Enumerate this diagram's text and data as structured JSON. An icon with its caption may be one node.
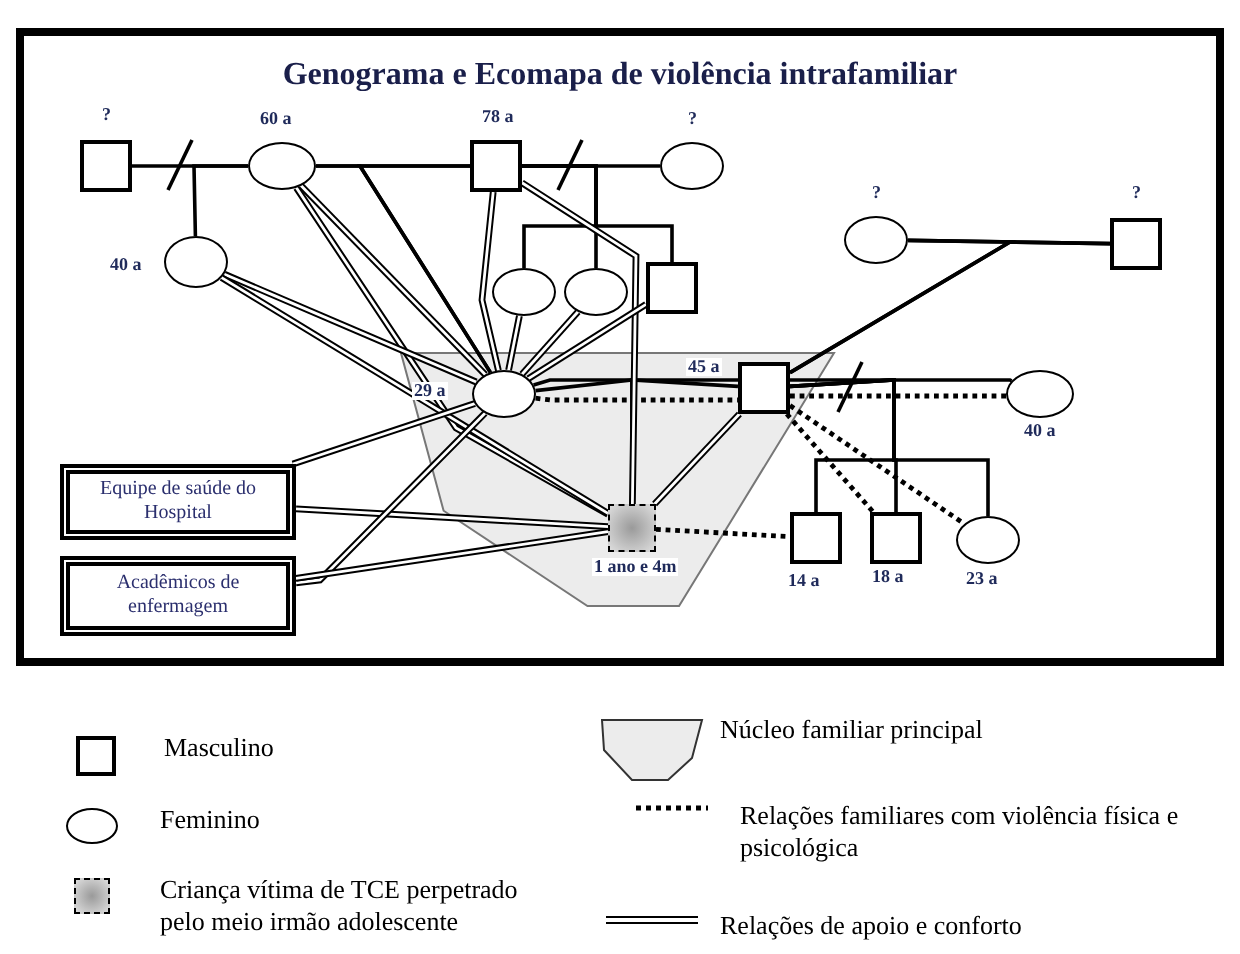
{
  "diagram": {
    "title": "Genograma e Ecomapa de violência intrafamiliar",
    "nodes": [
      {
        "text": [],
        "shape": "polygon"
      },
      {
        "text": [],
        "shape": "box",
        "beside": [
          "?"
        ]
      },
      {
        "text": [],
        "shape": "circle",
        "beside": [
          "60 a"
        ]
      },
      {
        "text": [],
        "shape": "circle",
        "beside": [
          "40 a"
        ]
      },
      {
        "text": [],
        "shape": "box",
        "beside": [
          "78 a"
        ]
      },
      {
        "text": [],
        "shape": "circle",
        "beside": [
          "?"
        ]
      },
      {
        "text": [],
        "shape": "circle"
      },
      {
        "text": [],
        "shape": "circle"
      },
      {
        "text": [],
        "shape": "box"
      },
      {
        "text": [],
        "shape": "circle",
        "beside": [
          "?"
        ]
      },
      {
        "text": [],
        "shape": "box",
        "beside": [
          "?"
        ]
      },
      {
        "text": [],
        "shape": "circle",
        "beside": [
          "29 a"
        ],
        "in": 0
      },
      {
        "text": [],
        "shape": "box",
        "beside": [
          "45 a"
        ],
        "in": 0
      },
      {
        "text": [],
        "shape": "circle",
        "beside": [
          "40 a"
        ]
      },
      {
        "text": [],
        "shape": "shaded-box",
        "beside": [
          "1 ano e 4m"
        ],
        "in": 0
      },
      {
        "text": [],
        "shape": "box",
        "beside": [
          "14 a"
        ]
      },
      {
        "text": [],
        "shape": "box",
        "beside": [
          "18 a"
        ]
      },
      {
        "text": [],
        "shape": "circle",
        "beside": [
          "23 a"
        ]
      },
      {
        "text": [
          "Equipe de saúde do Hospital"
        ]
      },
      {
        "text": [
          "Acadêmicos de enfermagem"
        ]
      }
    ],
    "edges": [
      {
        "from": 1,
        "to": 2,
        "arrow": "none"
      },
      {
        "from": 2,
        "to": 3,
        "arrow": "none"
      },
      {
        "from": 2,
        "to": 4,
        "arrow": "none"
      },
      {
        "from": 2,
        "to": 11,
        "arrow": "none"
      },
      {
        "from": 4,
        "to": 11,
        "arrow": "none"
      },
      {
        "from": 4,
        "to": 5,
        "arrow": "none"
      },
      {
        "from": 4,
        "to": 6,
        "arrow": "none"
      },
      {
        "from": 4,
        "to": 7,
        "arrow": "none"
      },
      {
        "from": 4,
        "to": 8,
        "arrow": "none"
      },
      {
        "from": 9,
        "to": 10,
        "arrow": "none"
      },
      {
        "from": 9,
        "to": 12,
        "arrow": "none"
      },
      {
        "from": 10,
        "to": 12,
        "arrow": "none"
      },
      {
        "from": 11,
        "to": 12,
        "arrow": "none"
      },
      {
        "from": 11,
        "to": 14,
        "arrow": "none"
      },
      {
        "from": 12,
        "to": 14,
        "arrow": "none"
      },
      {
        "from": 12,
        "to": 13,
        "arrow": "none"
      },
      {
        "from": 12,
        "to": 15,
        "arrow": "none"
      },
      {
        "from": 12,
        "to": 16,
        "arrow": "none"
      },
      {
        "from": 12,
        "to": 17,
        "arrow": "none"
      },
      {
        "from": 11,
        "to": 12,
        "arrow": "none",
        "style": "dashed"
      },
      {
        "from": 12,
        "to": 13,
        "arrow": "none",
        "style": "dashed"
      },
      {
        "from": 12,
        "to": 16,
        "arrow": "none",
        "style": "dashed"
      },
      {
        "from": 12,
        "to": 17,
        "arrow": "none",
        "style": "dashed"
      },
      {
        "from": 14,
        "to": 15,
        "arrow": "none",
        "style": "dashed"
      },
      {
        "from": 2,
        "to": 11,
        "arrow": "none",
        "style": "thick"
      },
      {
        "from": 2,
        "to": 14,
        "arrow": "none",
        "style": "thick"
      },
      {
        "from": 3,
        "to": 11,
        "arrow": "none",
        "style": "thick"
      },
      {
        "from": 3,
        "to": 14,
        "arrow": "none",
        "style": "thick"
      },
      {
        "from": 4,
        "to": 11,
        "arrow": "none",
        "style": "thick"
      },
      {
        "from": 4,
        "to": 14,
        "arrow": "none",
        "style": "thick"
      },
      {
        "from": 6,
        "to": 11,
        "arrow": "none",
        "style": "thick"
      },
      {
        "from": 7,
        "to": 11,
        "arrow": "none",
        "style": "thick"
      },
      {
        "from": 8,
        "to": 11,
        "arrow": "none",
        "style": "thick"
      },
      {
        "from": 18,
        "to": 11,
        "arrow": "none",
        "style": "thick"
      },
      {
        "from": 18,
        "to": 14,
        "arrow": "none",
        "style": "thick"
      },
      {
        "from": 19,
        "to": 11,
        "arrow": "none",
        "style": "thick"
      },
      {
        "from": 19,
        "to": 14,
        "arrow": "none",
        "style": "thick"
      },
      {
        "from": 12,
        "to": 14,
        "arrow": "none",
        "style": "thick"
      }
    ],
    "legend": [
      {
        "text": "Masculino"
      },
      {
        "text": "Feminino"
      },
      {
        "text": "Criança vítima de TCE perpetrado pelo meio irmão adolescente"
      },
      {
        "text": "Núcleo familiar principal"
      },
      {
        "text": "Relações familiares com violência física e psicológica"
      },
      {
        "text": "Relações de apoio e conforto"
      }
    ]
  }
}
